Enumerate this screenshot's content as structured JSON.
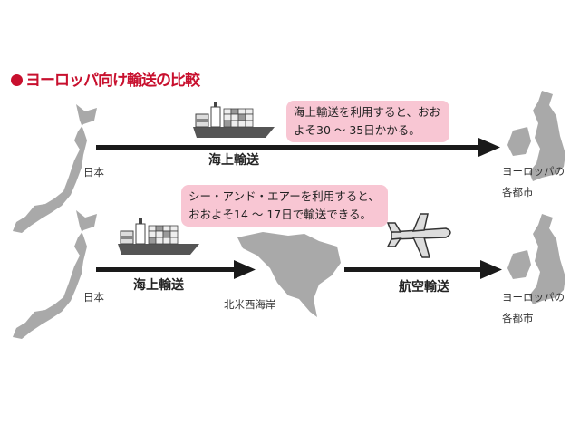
{
  "title": "ヨーロッパ向け輸送の比較",
  "colors": {
    "accent": "#c8102e",
    "bubble": "#f8c6d3",
    "map": "#a9a9a9",
    "arrow": "#1a1a1a"
  },
  "route1": {
    "origin": "日本",
    "mode": "海上輸送",
    "note_line1": "海上輸送を利用すると、おお",
    "note_line2": "よそ30 ～ 35日かかる。",
    "destination_line1": "ヨーロッパの",
    "destination_line2": "各都市"
  },
  "route2": {
    "origin": "日本",
    "mode1": "海上輸送",
    "transit": "北米西海岸",
    "mode2": "航空輸送",
    "note_line1": "シー・アンド・エアーを利用すると、",
    "note_line2": "おおよそ14 ～ 17日で輸送できる。",
    "destination_line1": "ヨーロッパの",
    "destination_line2": "各都市"
  }
}
